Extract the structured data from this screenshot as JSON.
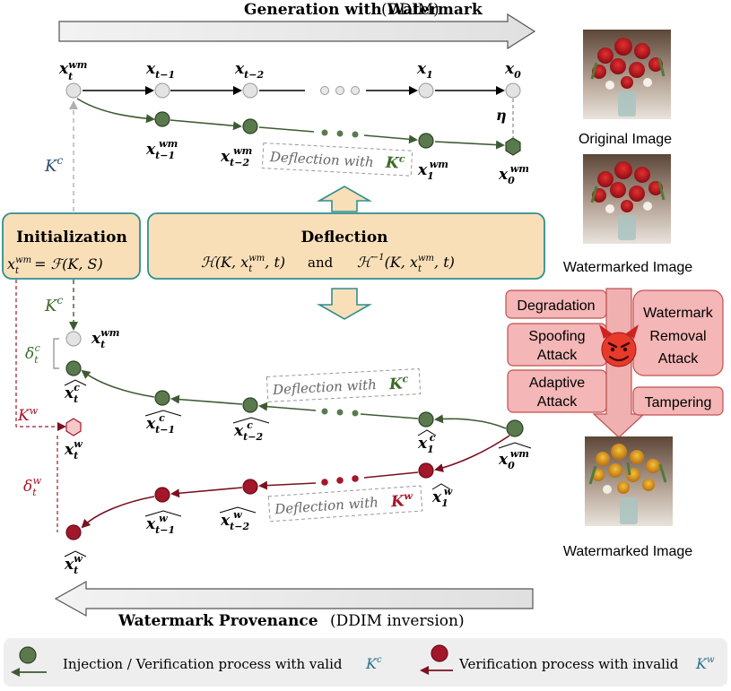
{
  "header": {
    "title_bold": "Generation with Watermark",
    "title_paren": "(DDIM)"
  },
  "footer_header": {
    "title_bold": "Watermark Provenance",
    "title_paren": "(DDIM inversion)"
  },
  "top_chain": {
    "nodes": [
      {
        "base": "x",
        "sub": "t",
        "sup": "wm"
      },
      {
        "base": "x",
        "sub": "t−1",
        "sup": ""
      },
      {
        "base": "x",
        "sub": "t−2",
        "sup": ""
      },
      {
        "base": "x",
        "sub": "1",
        "sup": ""
      },
      {
        "base": "x",
        "sub": "0",
        "sup": ""
      }
    ],
    "wm_nodes": [
      {
        "base": "x",
        "sub": "t−1",
        "sup": "wm"
      },
      {
        "base": "x",
        "sub": "t−2",
        "sup": "wm"
      },
      {
        "base": "x",
        "sub": "1",
        "sup": "wm"
      },
      {
        "base": "x",
        "sub": "0",
        "sup": "wm"
      }
    ],
    "eta": "η",
    "kc_label": "K",
    "kc_sup": "c",
    "deflection_text": "Deflection with",
    "deflection_key": "K",
    "deflection_key_sup": "c"
  },
  "initialization": {
    "title": "Initialization",
    "formula_lhs": "x",
    "formula_lhs_sub": "t",
    "formula_lhs_sup": "wm",
    "formula_rhs": "= ℱ(K, S)"
  },
  "deflection_box": {
    "title": "Deflection",
    "formula_left": "ℋ(K, x",
    "formula_left_sub": "t",
    "formula_left_sup": "wm",
    "formula_left_end": ", t)",
    "and": "and",
    "formula_right": "ℋ",
    "formula_right_sup": "−1",
    "formula_right_mid": "(K, x",
    "formula_right_sub": "t",
    "formula_right_sup2": "wm",
    "formula_right_end": ", t)"
  },
  "bottom_valid": {
    "kc_label": "K",
    "kc_sup": "c",
    "delta_label": "δ",
    "delta_sub": "t",
    "delta_sup": "c",
    "xt_label": "x",
    "xt_sub": "t",
    "xt_sup": "wm",
    "nodes": [
      {
        "base": "x",
        "sub": "t",
        "sup": "c"
      },
      {
        "base": "x",
        "sub": "t−1",
        "sup": "c"
      },
      {
        "base": "x",
        "sub": "t−2",
        "sup": "c"
      },
      {
        "base": "x",
        "sub": "1",
        "sup": "c"
      },
      {
        "base": "x",
        "sub": "0",
        "sup": "wm"
      }
    ],
    "deflection_text": "Deflection with",
    "deflection_key": "K",
    "deflection_key_sup": "c"
  },
  "bottom_invalid": {
    "kw_label": "K",
    "kw_sup": "w",
    "xtw_label": "x",
    "xtw_sub": "t",
    "xtw_sup": "w",
    "delta_label": "δ",
    "delta_sub": "t",
    "delta_sup": "w",
    "nodes": [
      {
        "base": "x",
        "sub": "t",
        "sup": "w"
      },
      {
        "base": "x",
        "sub": "t−1",
        "sup": "w"
      },
      {
        "base": "x",
        "sub": "t−2",
        "sup": "w"
      },
      {
        "base": "x",
        "sub": "1",
        "sup": "w"
      }
    ],
    "deflection_text": "Deflection with",
    "deflection_key": "K",
    "deflection_key_sup": "w"
  },
  "right_panel": {
    "original_label": "Original Image",
    "watermarked_label_1": "Watermarked Image",
    "watermarked_label_2": "Watermarked Image",
    "attacks": [
      {
        "line1": "Degradation",
        "line2": ""
      },
      {
        "line1": "Spoofing",
        "line2": "Attack"
      },
      {
        "line1": "Adaptive",
        "line2": "Attack"
      },
      {
        "line1": "Watermark",
        "line2": "Removal",
        "line3": "Attack"
      },
      {
        "line1": "Tampering",
        "line2": ""
      }
    ]
  },
  "legend": {
    "valid_text": "Injection / Verification process with valid",
    "valid_key": "K",
    "valid_key_sup": "c",
    "invalid_text": "Verification process with invalid",
    "invalid_key": "K",
    "invalid_key_sup": "w"
  },
  "colors": {
    "green": "#5a7a4e",
    "green_dark": "#3d5a32",
    "red": "#a3172a",
    "red_dark": "#7a1020",
    "gray_node": "#d9d9d9",
    "box_fill": "#f8dfb8",
    "box_stroke": "#2f8f8f",
    "attack_fill": "#f4b6b6",
    "attack_stroke": "#c05050",
    "legend_bg": "#eeeeee"
  }
}
